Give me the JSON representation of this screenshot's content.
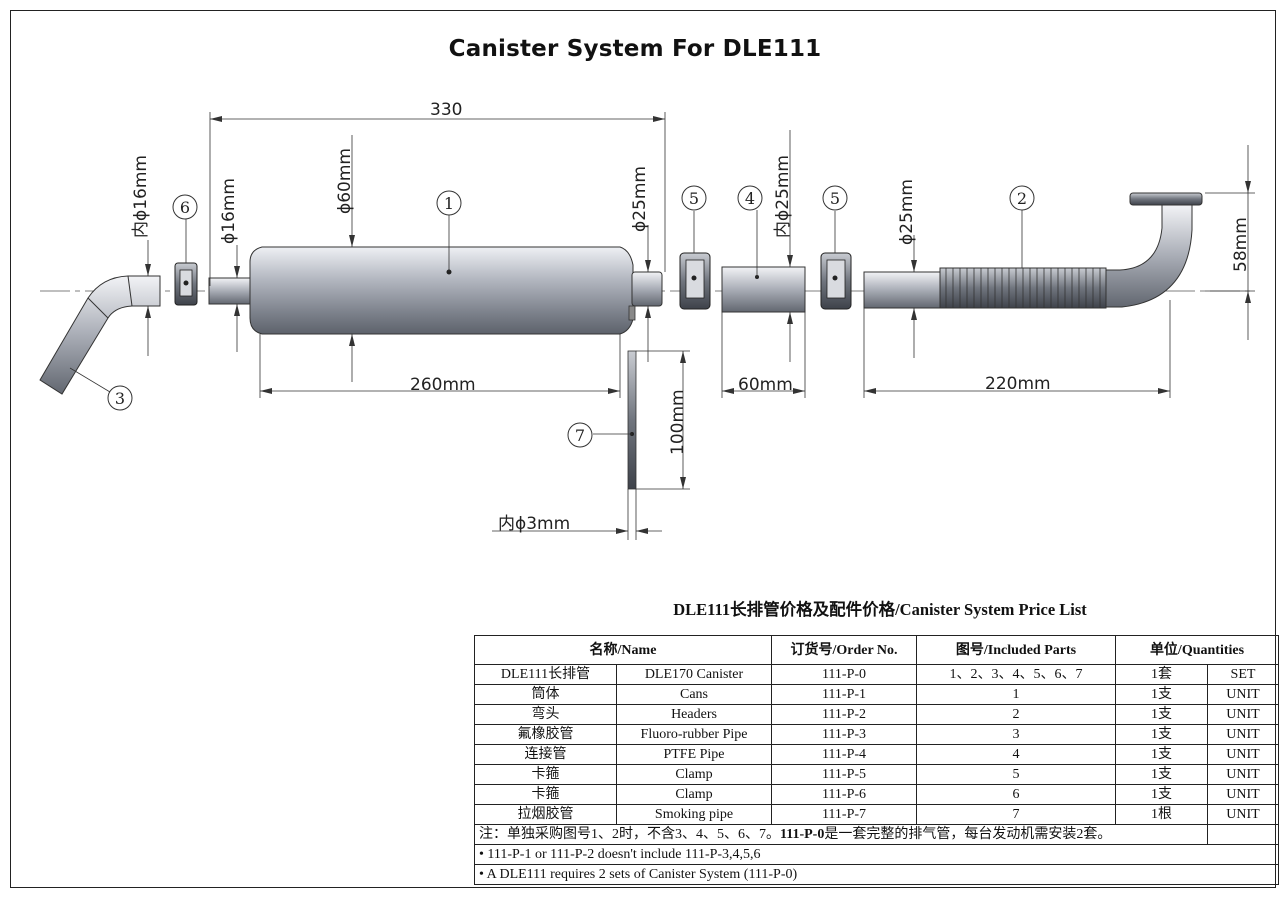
{
  "title": "Canister System For  DLE111",
  "dimensions": {
    "d_inner_16": "内ϕ16mm",
    "d_16": "ϕ16mm",
    "d_60": "ϕ60mm",
    "len_330": "330",
    "d_25_a": "ϕ25mm",
    "d_inner_25": "内ϕ25mm",
    "d_25_b": "ϕ25mm",
    "h_58": "58mm",
    "len_260": "260mm",
    "len_60": "60mm",
    "len_220": "220mm",
    "len_100": "100mm",
    "d_inner_3": "内ϕ3mm"
  },
  "bubbles": {
    "b1": "1",
    "b2": "2",
    "b3": "3",
    "b4": "4",
    "b5a": "5",
    "b5b": "5",
    "b6": "6",
    "b7": "7"
  },
  "price_list": {
    "title": "DLE111长排管价格及配件价格/Canister System Price List",
    "headers": {
      "name": "名称/Name",
      "order": "订货号/Order No.",
      "parts": "图号/Included Parts",
      "qty": "单位/Quantities"
    },
    "rows": [
      {
        "cn": "DLE111长排管",
        "en": "DLE170 Canister",
        "order": "111-P-0",
        "parts": "1、2、3、4、5、6、7",
        "qty": "1套",
        "unit": "SET"
      },
      {
        "cn": "筒体",
        "en": "Cans",
        "order": "111-P-1",
        "parts": "1",
        "qty": "1支",
        "unit": "UNIT"
      },
      {
        "cn": "弯头",
        "en": "Headers",
        "order": "111-P-2",
        "parts": "2",
        "qty": "1支",
        "unit": "UNIT"
      },
      {
        "cn": "氟橡胶管",
        "en": "Fluoro-rubber Pipe",
        "order": "111-P-3",
        "parts": "3",
        "qty": "1支",
        "unit": "UNIT"
      },
      {
        "cn": "连接管",
        "en": "PTFE  Pipe",
        "order": "111-P-4",
        "parts": "4",
        "qty": "1支",
        "unit": "UNIT"
      },
      {
        "cn": "卡箍",
        "en": "Clamp",
        "order": "111-P-5",
        "parts": "5",
        "qty": "1支",
        "unit": "UNIT"
      },
      {
        "cn": "卡箍",
        "en": "Clamp",
        "order": "111-P-6",
        "parts": "6",
        "qty": "1支",
        "unit": "UNIT"
      },
      {
        "cn": "拉烟胶管",
        "en": "Smoking pipe",
        "order": "111-P-7",
        "parts": "7",
        "qty": "1根",
        "unit": "UNIT"
      }
    ],
    "note_cn_a": "注：单独采购图号1、2时，不含3、4、5、6、7。",
    "note_cn_bold": "111-P-0",
    "note_cn_b": "是一套完整的排气管，每台发动机需安装2套。",
    "note_en_1": "• 111-P-1 or 111-P-2 doesn't include 111-P-3,4,5,6",
    "note_en_2": "• A DLE111 requires 2 sets of Canister System (111-P-0)"
  }
}
